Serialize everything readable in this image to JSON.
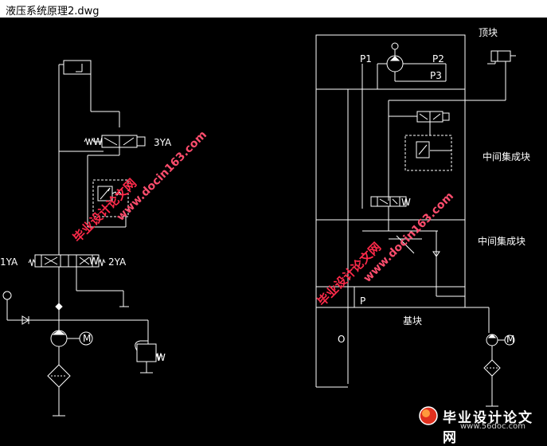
{
  "window": {
    "title": "液压系统原理2.dwg"
  },
  "labels": {
    "yv3": "3YA",
    "yv1": "1YA",
    "yv2": "2YA",
    "p1": "P1",
    "p2": "P2",
    "p3": "P3",
    "top_block": "顶块",
    "middle_block_1": "中间集成块",
    "middle_block_2": "中间集成块",
    "port_p": "P",
    "base_block": "基块",
    "port_o": "O",
    "motor_m1": "M",
    "motor_m2": "M",
    "valve_w1": "W",
    "valve_w2": "W",
    "valve_w3": "W",
    "valve_w4": "W"
  },
  "watermarks": {
    "site_cn": "毕业设计论文网",
    "site_url": "www.docin163.com",
    "brand_url": "www.56doc.com"
  },
  "colors": {
    "background": "#000000",
    "lines": "#ffffff",
    "watermark": "#ff3355"
  }
}
